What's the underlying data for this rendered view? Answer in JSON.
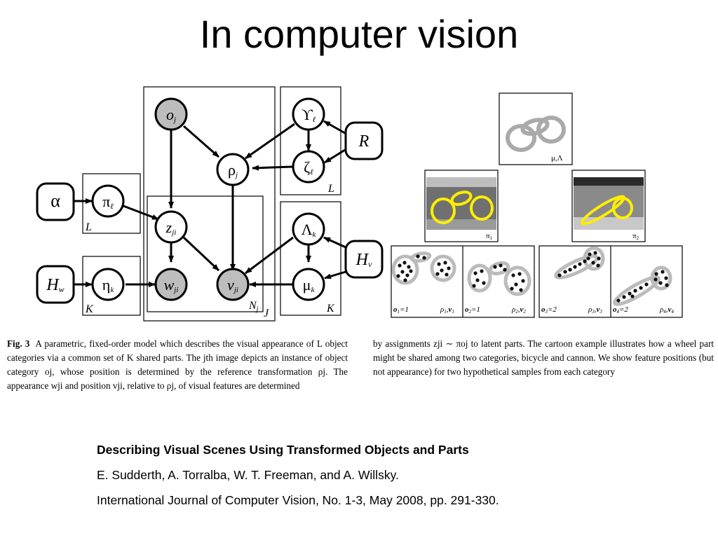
{
  "slide": {
    "title": "In computer vision"
  },
  "graph": {
    "nodes": [
      {
        "id": "o",
        "sym": "o",
        "sub": "j",
        "shaded": true,
        "italic": true
      },
      {
        "id": "rho",
        "sym": "ρ",
        "sub": "j",
        "shaded": false,
        "italic": false
      },
      {
        "id": "upsilon",
        "sym": "ϒ",
        "sub": "ℓ",
        "shaded": false,
        "italic": false
      },
      {
        "id": "zeta",
        "sym": "ζ",
        "sub": "ℓ",
        "shaded": false,
        "italic": false
      },
      {
        "id": "R",
        "sym": "R",
        "sub": "",
        "shaded": false,
        "italic": true,
        "square": true
      },
      {
        "id": "alpha",
        "sym": "α",
        "sub": "",
        "shaded": false,
        "italic": false,
        "square": true
      },
      {
        "id": "pi",
        "sym": "π",
        "sub": "ℓ",
        "shaded": false,
        "italic": false
      },
      {
        "id": "z",
        "sym": "z",
        "sub": "ji",
        "shaded": false,
        "italic": true
      },
      {
        "id": "Lambda",
        "sym": "Λ",
        "sub": "k",
        "shaded": false,
        "italic": false
      },
      {
        "id": "Hv",
        "sym": "H",
        "sub": "v",
        "shaded": false,
        "italic": true,
        "square": true
      },
      {
        "id": "Hw",
        "sym": "H",
        "sub": "w",
        "shaded": false,
        "italic": true,
        "square": true
      },
      {
        "id": "eta",
        "sym": "η",
        "sub": "k",
        "shaded": false,
        "italic": false
      },
      {
        "id": "w",
        "sym": "w",
        "sub": "ji",
        "shaded": true,
        "italic": true
      },
      {
        "id": "v",
        "sym": "v",
        "sub": "ji",
        "shaded": true,
        "italic": true
      },
      {
        "id": "mu",
        "sym": "μ",
        "sub": "k",
        "shaded": false,
        "italic": false
      }
    ],
    "plate_labels": [
      "L",
      "L",
      "K",
      "K",
      "N",
      "J"
    ],
    "plate_subscript_N": "j"
  },
  "panel": {
    "top_label": "μ,Λ",
    "categories": [
      {
        "pi_label": "π",
        "pi_sub": "1"
      },
      {
        "pi_label": "π",
        "pi_sub": "2"
      }
    ],
    "samples": [
      {
        "o_label": "o",
        "o_sub": "1",
        "o_val": "=1",
        "rv_label": "ρ",
        "rv_sub": "1",
        "v_sub": "1"
      },
      {
        "o_label": "o",
        "o_sub": "2",
        "o_val": "=1",
        "rv_label": "ρ",
        "rv_sub": "2",
        "v_sub": "2"
      },
      {
        "o_label": "o",
        "o_sub": "3",
        "o_val": "=2",
        "rv_label": "ρ",
        "rv_sub": "3",
        "v_sub": "3"
      },
      {
        "o_label": "o",
        "o_sub": "4",
        "o_val": "=2",
        "rv_label": "ρ",
        "rv_sub": "4",
        "v_sub": "4"
      }
    ]
  },
  "caption": {
    "label": "Fig. 3",
    "left": "A parametric, fixed-order model which describes the visual appearance of L object categories via a common set of K shared parts. The jth image depicts an instance of object category oj, whose position is determined by the reference transformation ρj. The appearance wji and position vji, relative to ρj, of visual features are determined",
    "right": "by assignments zji ∼ πoj to latent parts. The cartoon example illustrates how a wheel part might be shared among two categories, bicycle and cannon. We show feature positions (but not appearance) for two hypothetical samples from each category"
  },
  "reference": {
    "title": "Describing Visual Scenes Using Transformed Objects and Parts",
    "authors": "E. Sudderth, A. Torralba, W. T. Freeman, and A. Willsky.",
    "journal": "International Journal of Computer Vision, No. 1-3, May 2008, pp. 291-330."
  }
}
